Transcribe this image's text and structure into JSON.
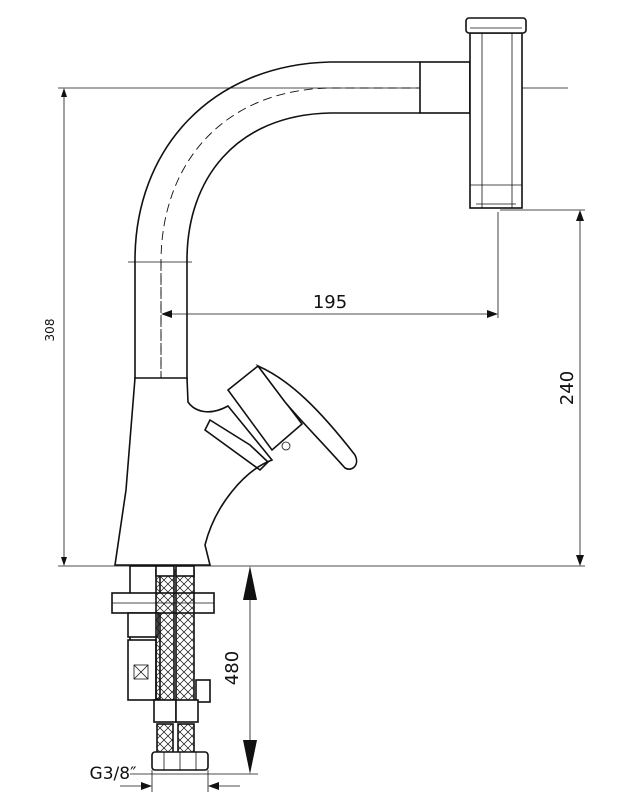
{
  "drawing": {
    "dimensions": {
      "total_height": "308",
      "spout_reach": "195",
      "spout_height": "240",
      "hose_length": "480",
      "thread": "G3/8″"
    }
  }
}
